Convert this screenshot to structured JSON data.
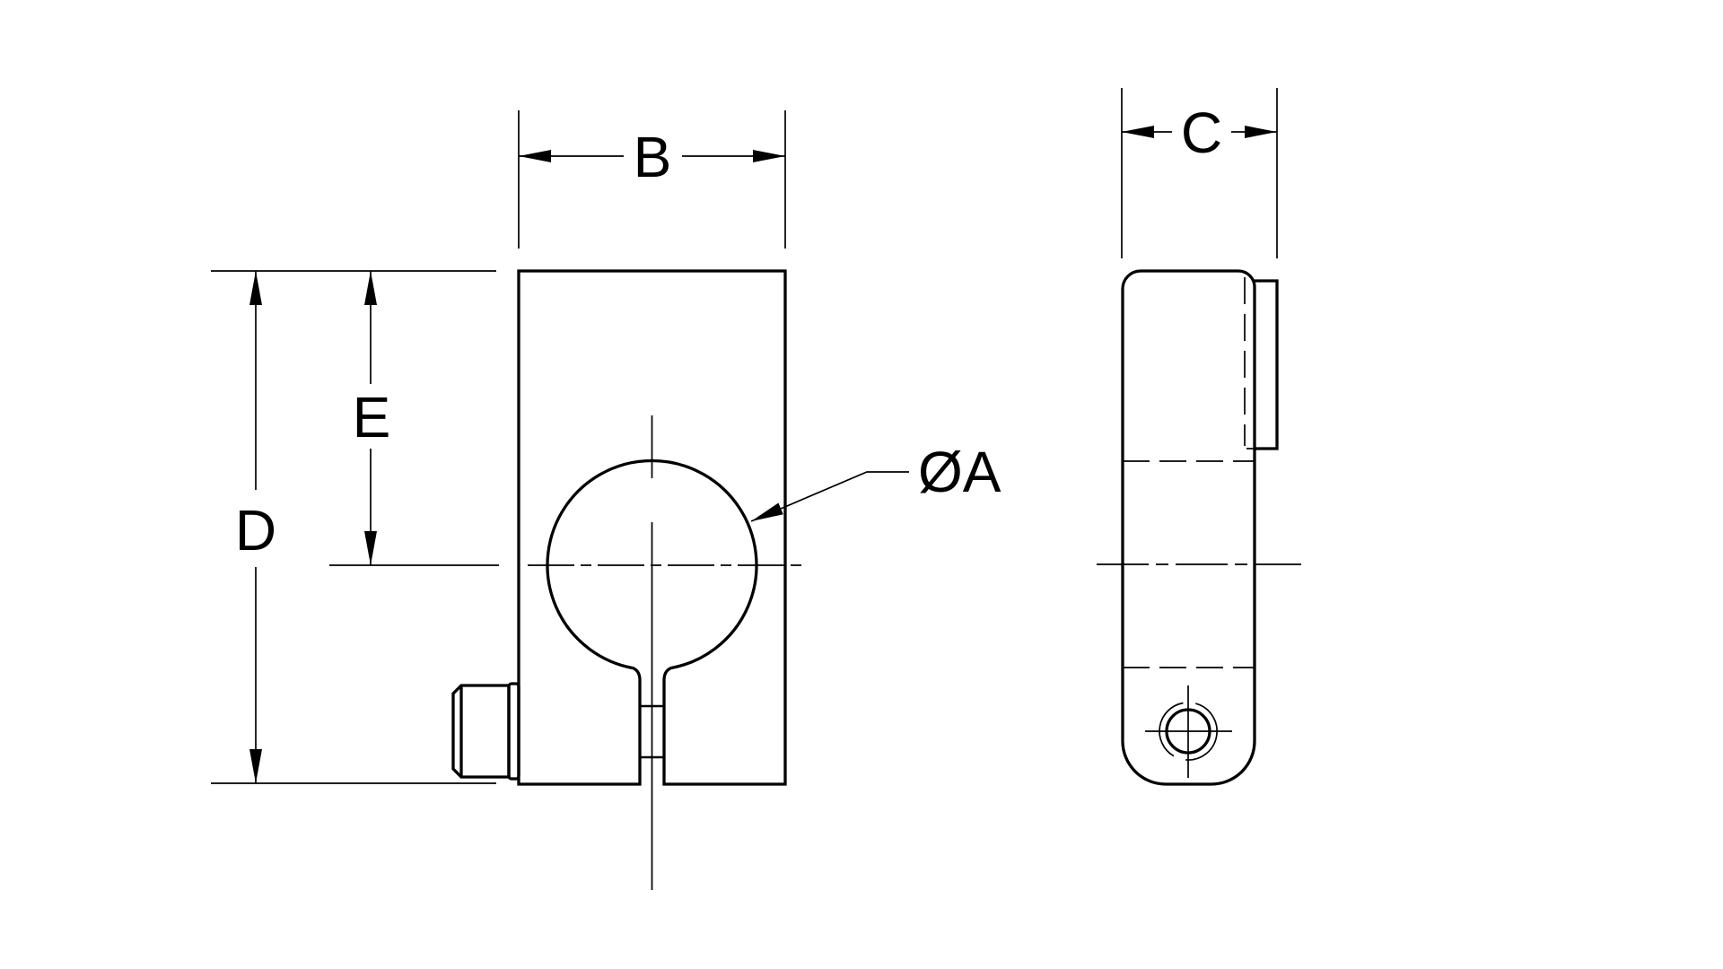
{
  "drawing": {
    "colors": {
      "ink": "#000000",
      "paper": "#ffffff"
    },
    "dimensions": {
      "width_label": "B",
      "depth_label": "C",
      "height_label": "D",
      "center_height_label": "E",
      "bore_diameter_label": "ØA"
    }
  }
}
